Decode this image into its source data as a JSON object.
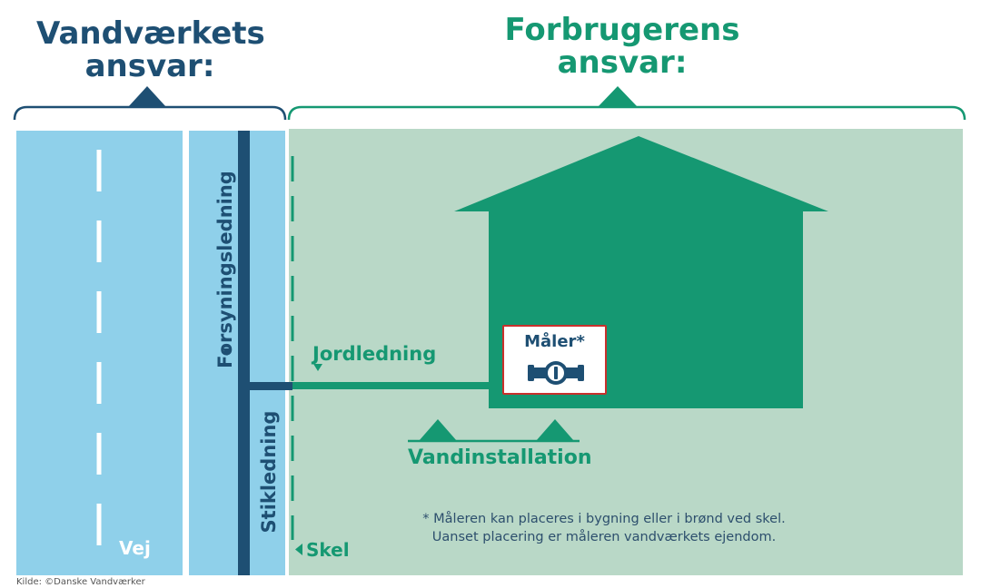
{
  "headings": {
    "left_line1": "Vandværkets",
    "left_line2": "ansvar:",
    "right_line1": "Forbrugerens",
    "right_line2": "ansvar:"
  },
  "labels": {
    "supply_line": "Forsyningsledning",
    "service_line": "Stikledning",
    "ground_line": "Jordledning",
    "meter": "Måler*",
    "installation": "Vandinstallation",
    "road": "Vej",
    "boundary": "Skel"
  },
  "footnote": {
    "line1": "* Måleren kan placeres i bygning eller i brønd ved skel.",
    "line2": "Uanset placering er måleren vandværkets ejendom."
  },
  "source": "Kilde: ©Danske Vandværker",
  "colors": {
    "light_blue": "#8fd0ea",
    "dark_blue": "#1e4f73",
    "green": "#159872",
    "light_green": "#b9d8c7",
    "meter_border": "#c9302c"
  }
}
